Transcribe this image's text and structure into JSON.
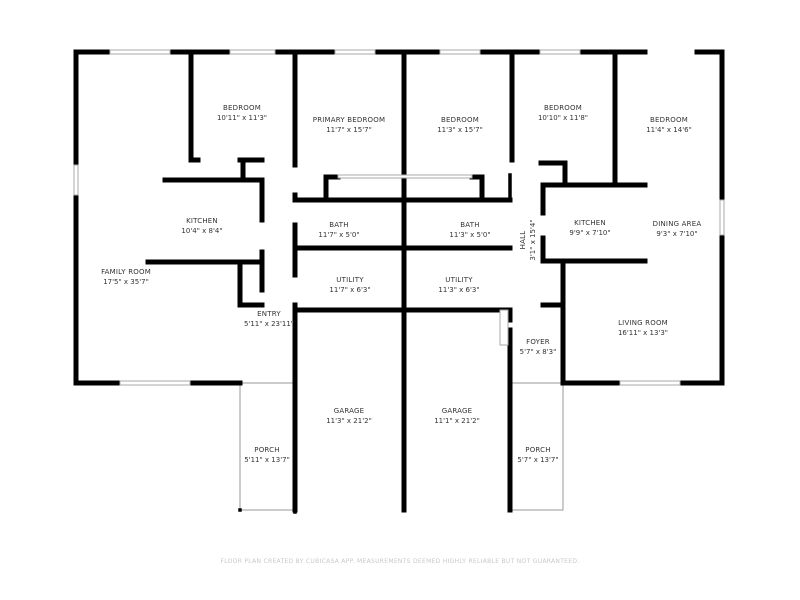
{
  "rooms": [
    {
      "id": "bedroom-1",
      "name": "BEDROOM",
      "dims": "10'11\" x 11'3\""
    },
    {
      "id": "primary-bedroom",
      "name": "PRIMARY BEDROOM",
      "dims": "11'7\" x 15'7\""
    },
    {
      "id": "bedroom-2",
      "name": "BEDROOM",
      "dims": "11'3\" x 15'7\""
    },
    {
      "id": "bedroom-3",
      "name": "BEDROOM",
      "dims": "10'10\" x 11'8\""
    },
    {
      "id": "bedroom-4",
      "name": "BEDROOM",
      "dims": "11'4\" x 14'6\""
    },
    {
      "id": "kitchen-1",
      "name": "KITCHEN",
      "dims": "10'4\" x 8'4\""
    },
    {
      "id": "bath-1",
      "name": "BATH",
      "dims": "11'7\" x 5'0\""
    },
    {
      "id": "bath-2",
      "name": "BATH",
      "dims": "11'3\" x 5'0\""
    },
    {
      "id": "hall",
      "name": "HALL",
      "dims": "3'1\" x 15'4\""
    },
    {
      "id": "kitchen-2",
      "name": "KITCHEN",
      "dims": "9'9\" x 7'10\""
    },
    {
      "id": "dining-area",
      "name": "DINING AREA",
      "dims": "9'3\" x 7'10\""
    },
    {
      "id": "family-room",
      "name": "FAMILY ROOM",
      "dims": "17'5\" x 35'7\""
    },
    {
      "id": "utility-1",
      "name": "UTILITY",
      "dims": "11'7\" x 6'3\""
    },
    {
      "id": "utility-2",
      "name": "UTILITY",
      "dims": "11'3\" x 6'3\""
    },
    {
      "id": "entry",
      "name": "ENTRY",
      "dims": "5'11\" x 23'11\""
    },
    {
      "id": "living-room",
      "name": "LIVING ROOM",
      "dims": "16'11\" x 13'3\""
    },
    {
      "id": "foyer",
      "name": "FOYER",
      "dims": "5'7\" x 8'3\""
    },
    {
      "id": "garage-1",
      "name": "GARAGE",
      "dims": "11'3\" x 21'2\""
    },
    {
      "id": "garage-2",
      "name": "GARAGE",
      "dims": "11'1\" x 21'2\""
    },
    {
      "id": "porch-1",
      "name": "PORCH",
      "dims": "5'11\" x 13'7\""
    },
    {
      "id": "porch-2",
      "name": "PORCH",
      "dims": "5'7\" x 13'7\""
    }
  ],
  "footer": "FLOOR PLAN CREATED BY CUBICASA APP. MEASUREMENTS DEEMED HIGHLY RELIABLE BUT NOT GUARANTEED."
}
